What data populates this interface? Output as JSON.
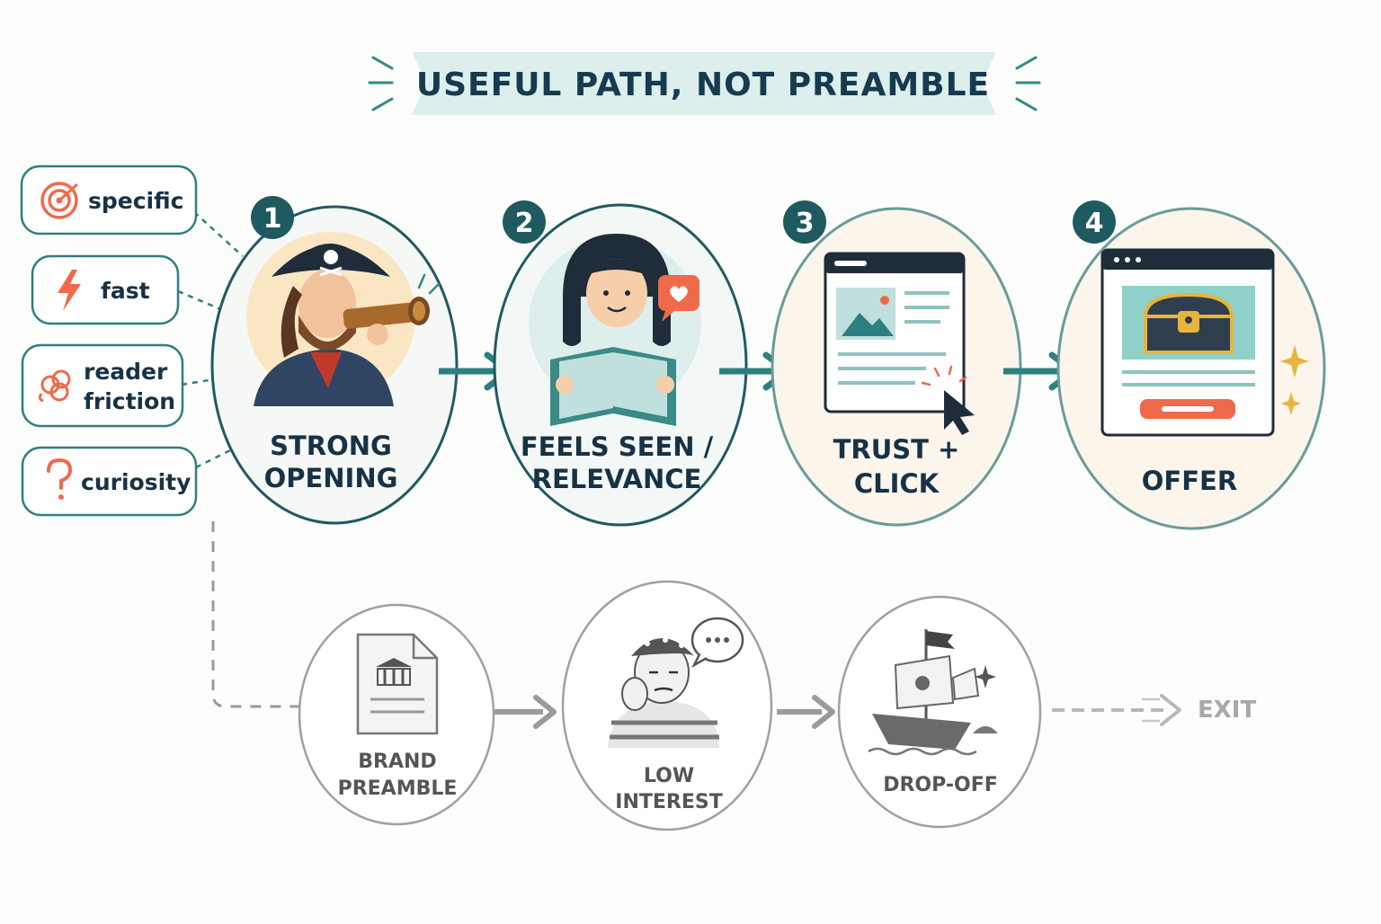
{
  "banner": {
    "title": "USEFUL PATH, NOT PREAMBLE"
  },
  "traits": [
    {
      "label": "specific",
      "icon": "target-icon"
    },
    {
      "label": "fast",
      "icon": "lightning-icon"
    },
    {
      "label_line1": "reader",
      "label_line2": "friction",
      "icon": "knot-icon"
    },
    {
      "label": "curiosity",
      "icon": "question-mark-icon"
    }
  ],
  "steps": [
    {
      "number": "1",
      "line1": "STRONG",
      "line2": "OPENING",
      "icon": "pirate-with-spyglass-icon"
    },
    {
      "number": "2",
      "line1": "FEELS SEEN /",
      "line2": "RELEVANCE",
      "icon": "reader-with-book-icon"
    },
    {
      "number": "3",
      "line1": "TRUST +",
      "line2": "CLICK",
      "icon": "browser-click-icon"
    },
    {
      "number": "4",
      "line1": "OFFER",
      "icon": "browser-treasure-chest-icon"
    }
  ],
  "bad_path": [
    {
      "line1": "BRAND",
      "line2": "PREAMBLE",
      "icon": "document-bank-icon"
    },
    {
      "line1": "LOW",
      "line2": "INTEREST",
      "icon": "bored-pirate-icon"
    },
    {
      "line1": "DROP-OFF",
      "icon": "sinking-ship-icon"
    }
  ],
  "exit": {
    "label": "EXIT"
  },
  "colors": {
    "teal": "#2e7f7f",
    "dark_teal": "#1f5a60",
    "navy": "#173245",
    "coral": "#ef6a4a",
    "banner_bg": "#dcefed",
    "muted_gray": "#9a9a9a",
    "gold": "#e8b43c"
  }
}
